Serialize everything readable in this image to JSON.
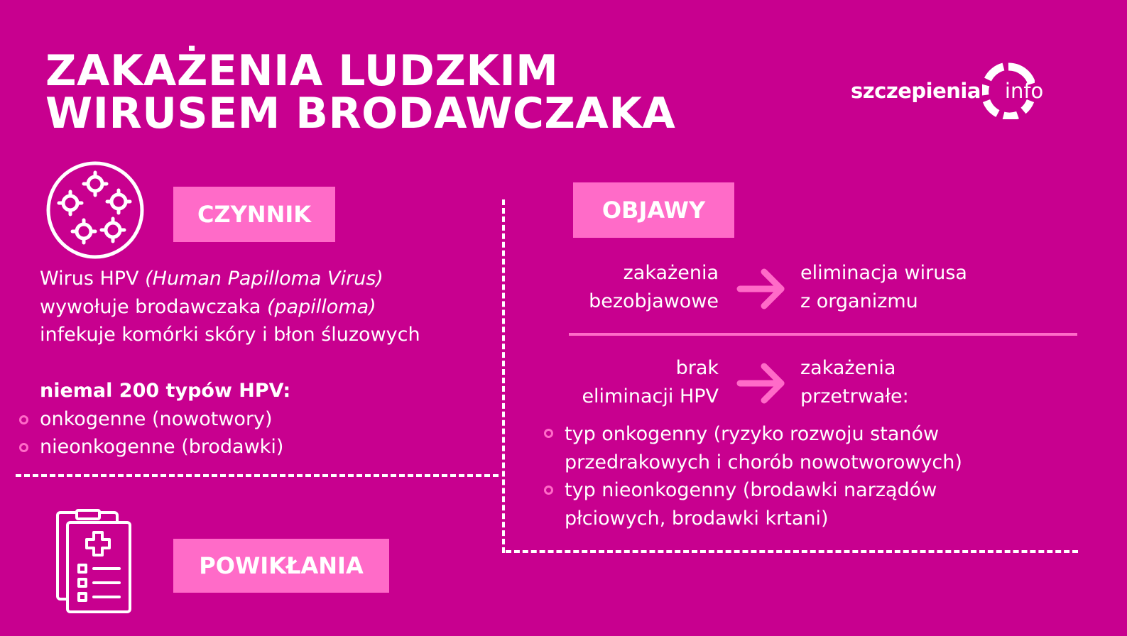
{
  "title": {
    "line1": "ZAKAŻENIA LUDZKIM",
    "line2": "WIRUSEM BRODAWCZAKA"
  },
  "logo": {
    "text": "szczepienia",
    "suffix": "info"
  },
  "czynnik": {
    "label": "CZYNNIK",
    "icon": "virus-cluster-icon",
    "line1_plain": "Wirus HPV ",
    "line1_italic": "(Human Papilloma Virus)",
    "line2_plain": "wywołuje brodawczaka ",
    "line2_italic": "(papilloma)",
    "line3": "infekuje komórki skóry i błon śluzowych",
    "types_heading": "niemal 200 typów HPV:",
    "types": [
      "onkogenne (nowotwory)",
      "nieonkogenne (brodawki)"
    ]
  },
  "objawy": {
    "label": "OBJAWY",
    "row1": {
      "left1": "zakażenia",
      "left2": "bezobjawowe",
      "right1": "eliminacja wirusa",
      "right2": "z organizmu"
    },
    "row2": {
      "left1": "brak",
      "left2": "eliminacji HPV",
      "right1": "zakażenia",
      "right2": "przetrwałe:"
    },
    "bullets": [
      {
        "line1": "typ onkogenny (ryzyko rozwoju stanów",
        "line2": "przedrakowych i chorób nowotworowych)"
      },
      {
        "line1": "typ nieonkogenny (brodawki narządów",
        "line2": "płciowych, brodawki krtani)"
      }
    ]
  },
  "powiklania": {
    "label": "POWIKŁANIA",
    "icon": "medical-clipboard-icon"
  },
  "colors": {
    "background": "#c8008f",
    "accent": "#ff6bc8",
    "text": "#ffffff"
  }
}
